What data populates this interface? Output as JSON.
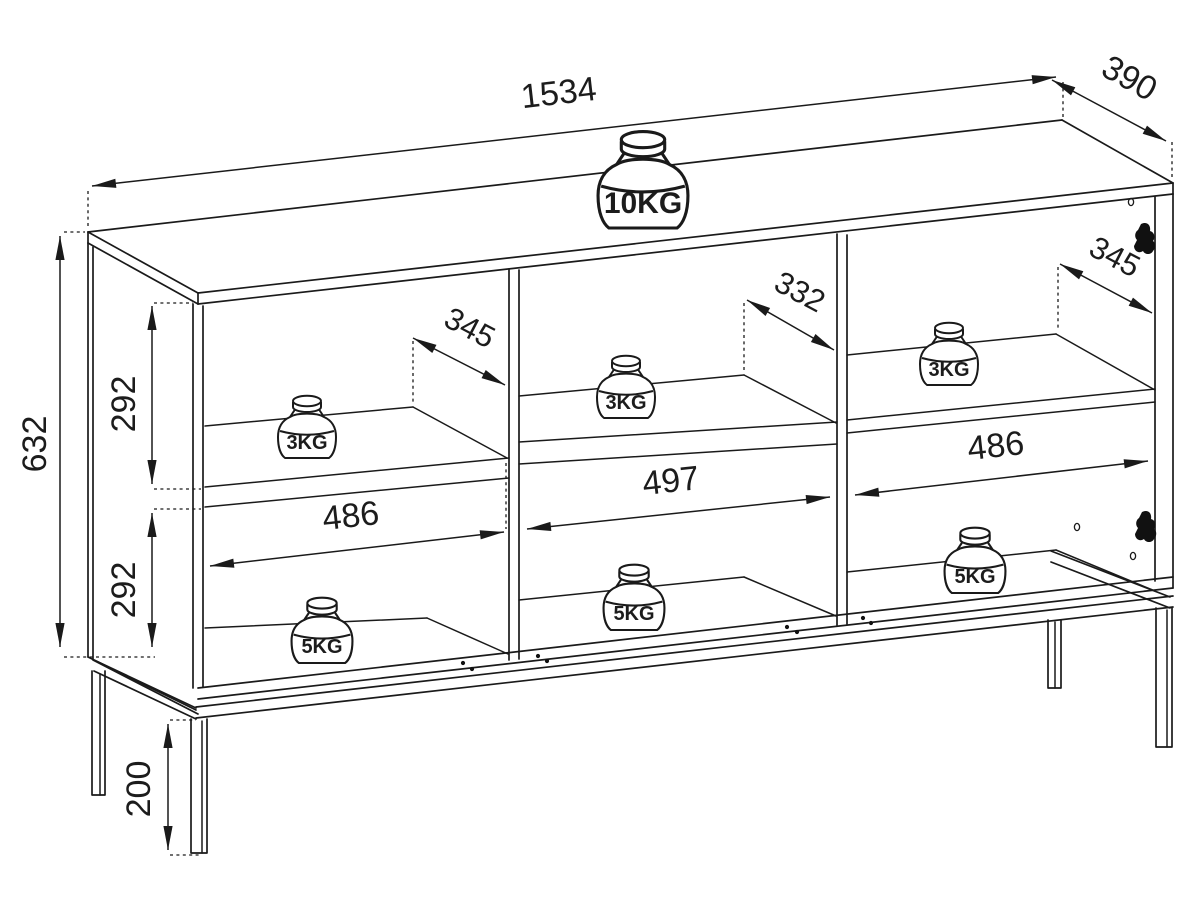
{
  "diagram": {
    "kind": "furniture dimension drawing",
    "item": "sideboard on metal legs with 3x2 open compartments and weight load ratings",
    "background": "#ffffff",
    "line_color": "#1a1a1a"
  },
  "dims": {
    "width_top": "1534",
    "depth_top": "390",
    "height_side": "632",
    "inner_height_upper": "292",
    "inner_height_lower": "292",
    "leg_height": "200",
    "shelf_depth_left": "345",
    "shelf_depth_middle": "332",
    "shelf_depth_right": "345",
    "inner_width_left": "486",
    "inner_width_middle": "497",
    "inner_width_right": "486"
  },
  "load_ratings": {
    "top_panel": "10KG",
    "shelf_left": "3KG",
    "shelf_middle": "3KG",
    "shelf_right": "3KG",
    "bottom_left": "5KG",
    "bottom_middle": "5KG",
    "bottom_right": "5KG"
  }
}
